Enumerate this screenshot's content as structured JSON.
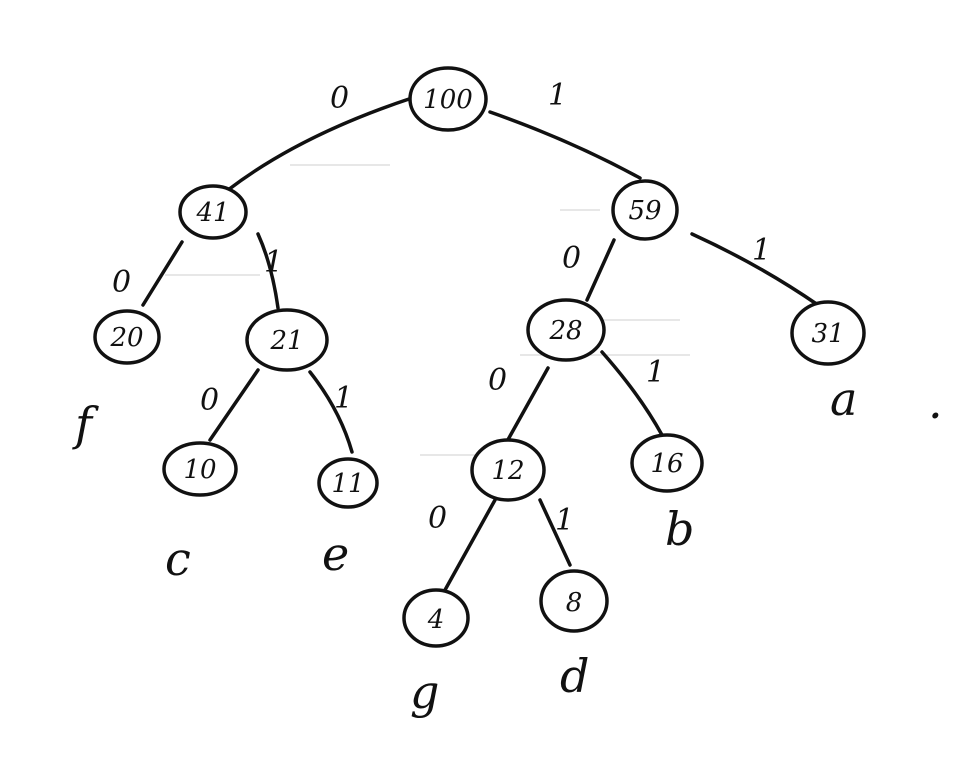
{
  "nodes": {
    "root": "100",
    "n41": "41",
    "n59": "59",
    "n20": "20",
    "n21": "21",
    "n28": "28",
    "n31": "31",
    "n10": "10",
    "n11": "11",
    "n12": "12",
    "n16": "16",
    "n4": "4",
    "n8": "8"
  },
  "edges": {
    "root_left": "0",
    "root_right": "1",
    "n41_left": "0",
    "n41_right": "1",
    "n59_left": "0",
    "n59_right": "1",
    "n21_left": "0",
    "n21_right": "1",
    "n28_left": "0",
    "n28_right": "1",
    "n12_left": "0",
    "n12_right": "1"
  },
  "leaves": {
    "f": "f",
    "a": "a",
    "c": "c",
    "e": "e",
    "b": "b",
    "g": "g",
    "d": "d"
  },
  "mark": "."
}
